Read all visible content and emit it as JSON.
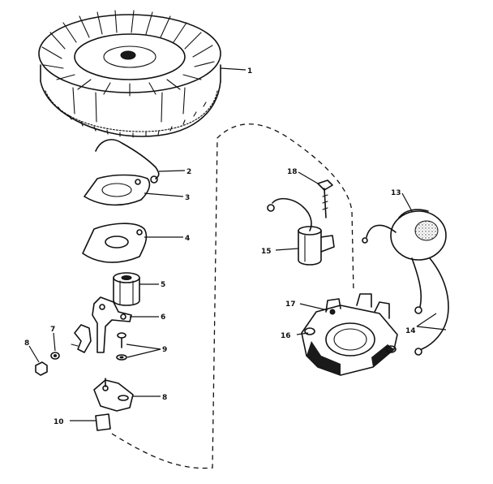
{
  "callouts": {
    "c1": "1",
    "c2": "2",
    "c3": "3",
    "c4": "4",
    "c5": "5",
    "c6": "6",
    "c7": "7",
    "c8a": "8",
    "c8b": "8",
    "c9": "9",
    "c10": "10",
    "c13": "13",
    "c14": "14",
    "c15": "15",
    "c16": "16",
    "c17": "17",
    "c18": "18"
  }
}
